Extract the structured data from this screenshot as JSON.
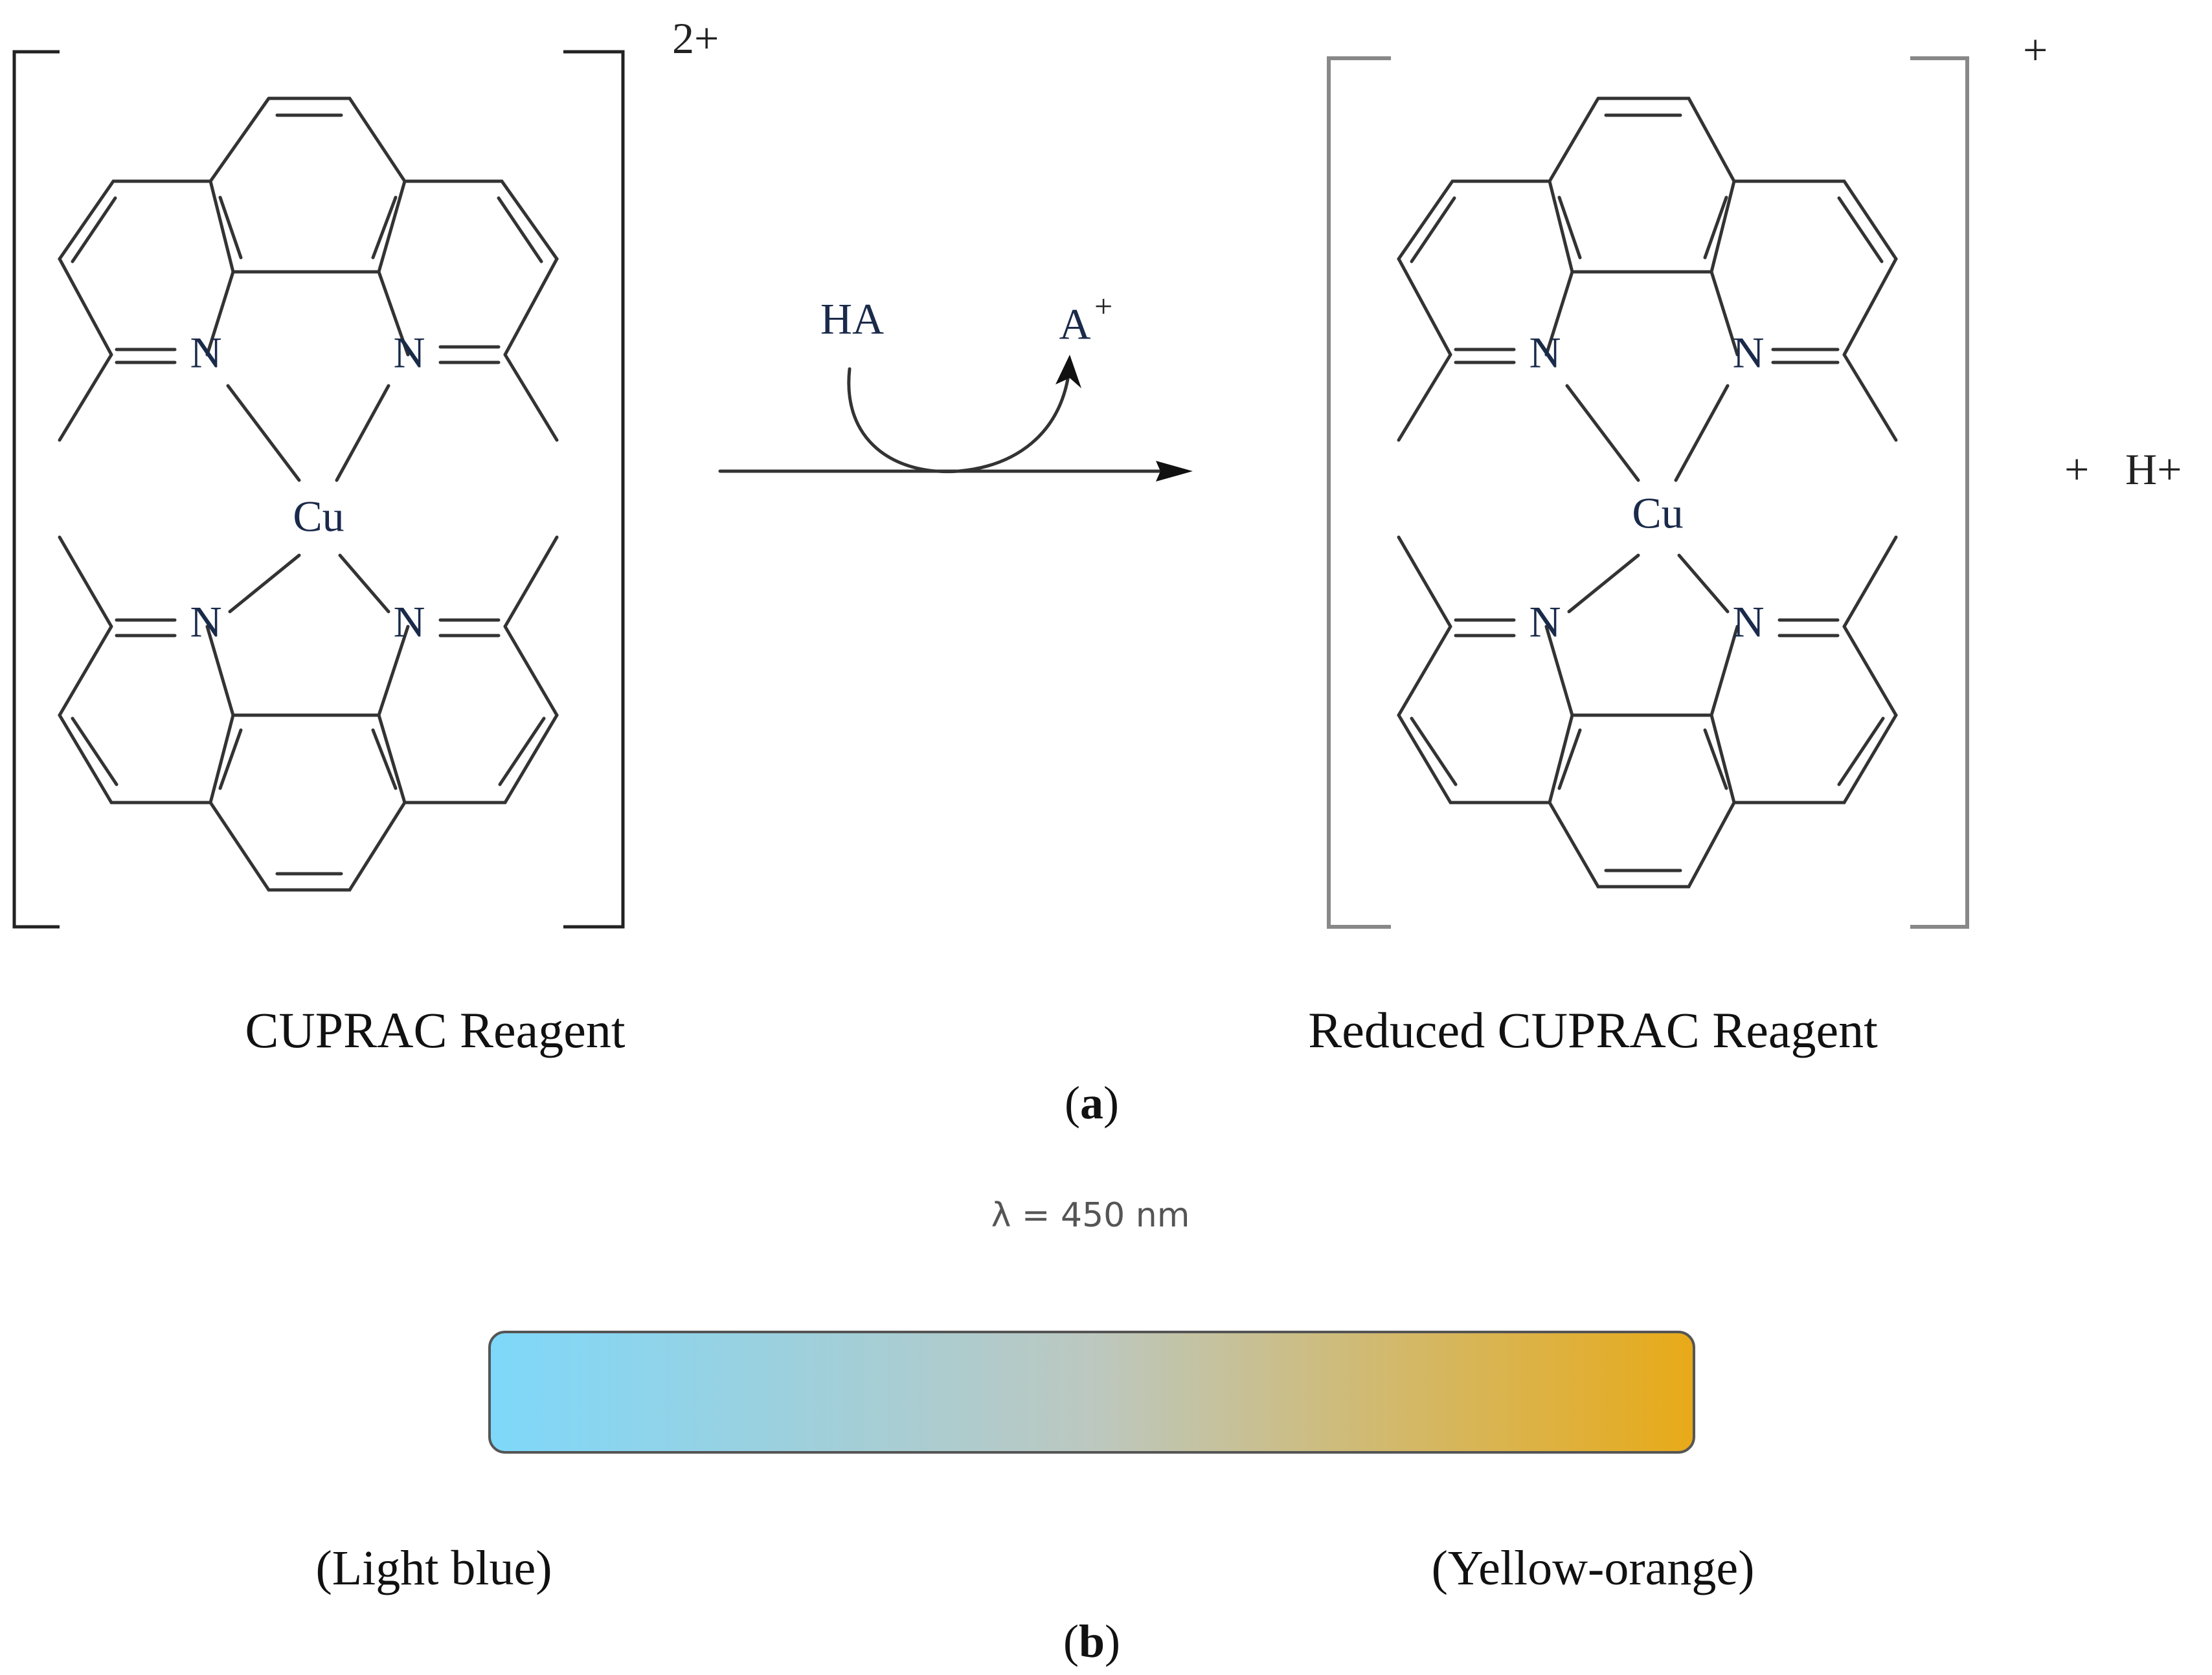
{
  "reactant": {
    "label": "CUPRAC Reagent",
    "charge": "2+",
    "metal": "Cu",
    "nitrogen": "N"
  },
  "product": {
    "label": "Reduced CUPRAC Reagent",
    "charge": "+",
    "metal": "Cu",
    "nitrogen": "N"
  },
  "reaction": {
    "reagent_in": "HA",
    "reagent_out": "A",
    "reagent_out_charge": "+",
    "byproduct_plus": "+",
    "byproduct": "H+"
  },
  "panel_a": {
    "label_open": "(",
    "label_letter": "a",
    "label_close": ")"
  },
  "panel_b": {
    "label_open": "(",
    "label_letter": "b",
    "label_close": ")",
    "wavelength": "λ = 450 nm",
    "left_color_label": "(Light blue)",
    "right_color_label": "(Yellow-orange)",
    "gradient_start": "#7ed8fa",
    "gradient_mid": "#bcc8c0",
    "gradient_end": "#e8aa18"
  }
}
